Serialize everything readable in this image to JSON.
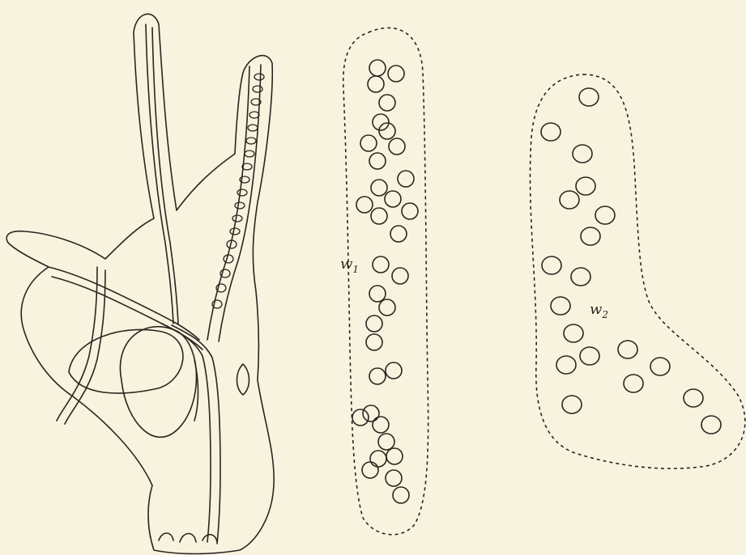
{
  "figure": {
    "colors": {
      "paper": "#f7f3df",
      "ink": "#2a2620"
    },
    "cluster_1": {
      "label": "w",
      "subscript": "1"
    },
    "cluster_2": {
      "label": "w",
      "subscript": "2"
    }
  }
}
